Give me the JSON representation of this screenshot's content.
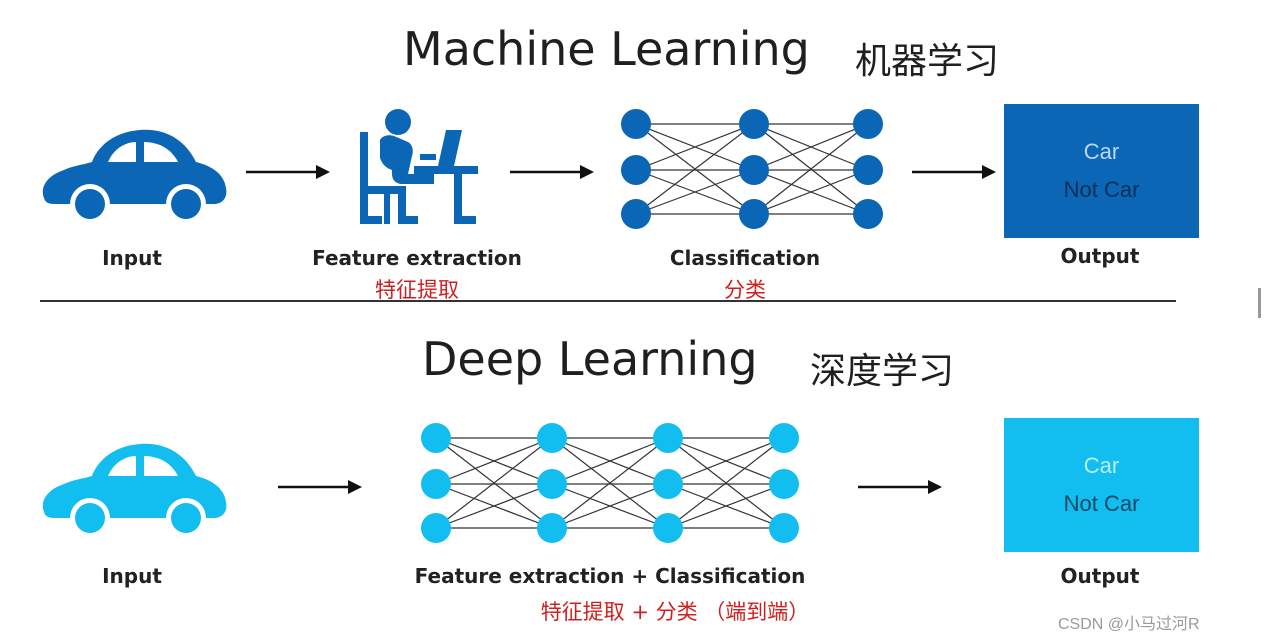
{
  "colors": {
    "ml_blue": "#0b66b6",
    "dl_cyan": "#12bdf0",
    "red_text": "#d11f1f",
    "arrow": "#111111"
  },
  "machine_learning": {
    "title": "Machine Learning",
    "title_zh": "机器学习",
    "input_label": "Input",
    "input_icon": "car-icon",
    "feature_label": "Feature extraction",
    "feature_label_zh": "特征提取",
    "feature_icon": "person-at-computer-icon",
    "classification_label": "Classification",
    "classification_label_zh": "分类",
    "output_label": "Output",
    "output_options": [
      "Car",
      "Not Car"
    ]
  },
  "deep_learning": {
    "title": "Deep Learning",
    "title_zh": "深度学习",
    "input_label": "Input",
    "input_icon": "car-icon",
    "combined_label": "Feature extraction + Classification",
    "combined_label_zh": "特征提取 + 分类 （端到端）",
    "output_label": "Output",
    "output_options": [
      "Car",
      "Not Car"
    ]
  },
  "watermark": "CSDN @小马过河R"
}
